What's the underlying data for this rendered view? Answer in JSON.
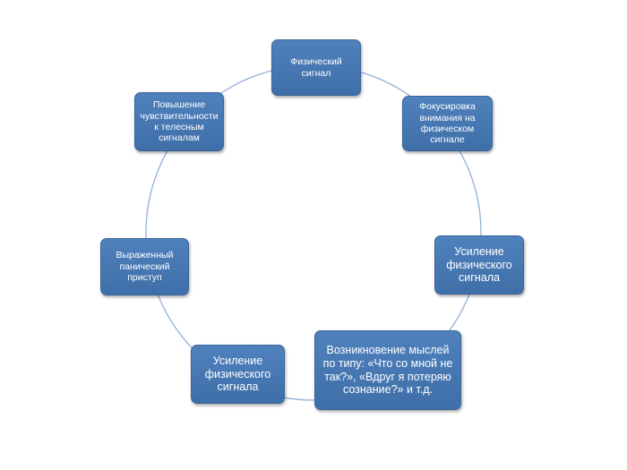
{
  "diagram": {
    "colors": {
      "node_fill": "#4f81bd",
      "ring_stroke": "#94b0d6",
      "text": "#ffffff"
    },
    "nodes": [
      {
        "label": "Физический\nсигнал"
      },
      {
        "label": "Фокусировка\nвнимания на\nфизическом\nсигнале"
      },
      {
        "label": "Усиление\nфизического\nсигнала"
      },
      {
        "label": "Возникновение мыслей\nпо типу: «Что со мной не\nтак?», «Вдруг я потеряю\nсознание?» и т.д."
      },
      {
        "label": "Усиление\nфизического\nсигнала"
      },
      {
        "label": "Выраженный\nпанический\nприступ"
      },
      {
        "label": "Повышение\nчувствительности\nк телесным\nсигналам"
      }
    ]
  }
}
